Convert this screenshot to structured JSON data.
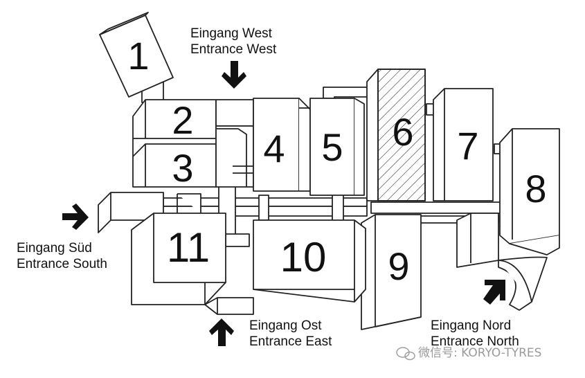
{
  "colors": {
    "line": "#222222",
    "face": "#ffffff",
    "text": "#111111",
    "watermark": "#9a9a9a"
  },
  "halls": {
    "h1": "1",
    "h2": "2",
    "h3": "3",
    "h4": "4",
    "h5": "5",
    "h6": "6",
    "h7": "7",
    "h8": "8",
    "h9": "9",
    "h10": "10",
    "h11": "11"
  },
  "hall6_pattern": "diagonal-hatch",
  "entrances": {
    "west": {
      "de": "Eingang West",
      "en": "Entrance West",
      "arrow_icon": "arrow-down-icon"
    },
    "south": {
      "de": "Eingang Süd",
      "en": "Entrance South",
      "arrow_icon": "arrow-right-icon"
    },
    "east": {
      "de": "Eingang Ost",
      "en": "Entrance East",
      "arrow_icon": "arrow-up-icon"
    },
    "north": {
      "de": "Eingang Nord",
      "en": "Entrance North",
      "arrow_icon": "arrow-up-right-icon"
    }
  },
  "watermark": {
    "icon": "wechat-icon",
    "text": "微信号: KORYO-TYRES"
  }
}
